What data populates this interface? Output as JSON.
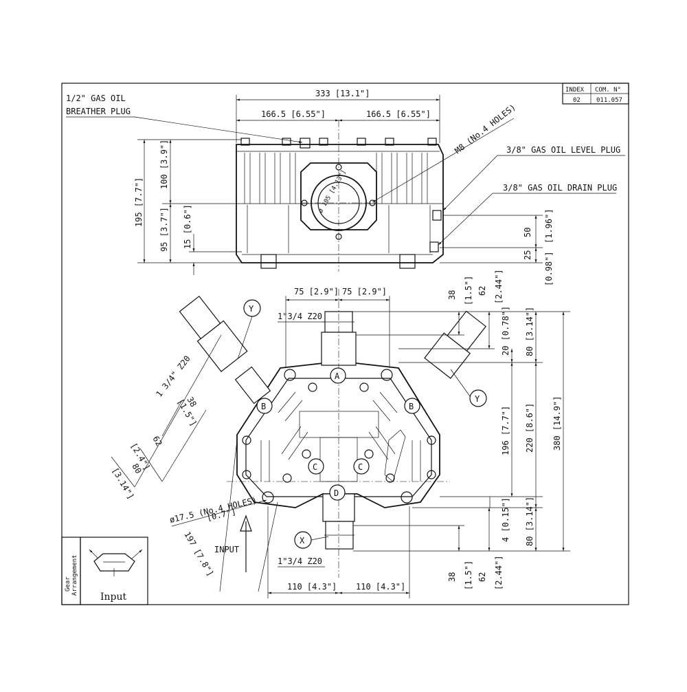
{
  "title_block": {
    "index_label": "INDEX",
    "index_value": "02",
    "com_label": "COM. N°",
    "com_value": "011.057"
  },
  "callouts": {
    "breather_line1": "1/2\" GAS OIL",
    "breather_line2": "BREATHER PLUG",
    "m8_holes": "M8 (No.4 HOLES)",
    "level_plug": "3/8\" GAS OIL LEVEL PLUG",
    "drain_plug": "3/8\" GAS OIL DRAIN PLUG",
    "bore_dia": "ø 105 [4.13\"]",
    "mount_holes_line1": "ø17.5 (No.4 HOLES)",
    "mount_holes_line2": "[0.7\"]",
    "input_label": "INPUT",
    "shaft_top": "1\"3/4 Z20",
    "shaft_bottom": "1\"3/4 Z20",
    "shaft_left": "1 3/4\" Z20"
  },
  "top_view_dims": {
    "overall_width": "333 [13.1\"]",
    "half_left": "166.5 [6.55\"]",
    "half_right": "166.5 [6.55\"]",
    "height_195": "195 [7.7\"]",
    "height_100": "100 [3.9\"]",
    "height_95": "95 [3.7\"]",
    "height_15": "15 [0.6\"]",
    "right_50": "50",
    "right_50_in": "[1.96\"]",
    "right_25": "25",
    "right_25_in": "[0.98\"]"
  },
  "front_view_dims": {
    "top_75_left": "75 [2.9\"]",
    "top_75_right": "75 [2.9\"]",
    "r38": "38",
    "r38_in": "[1.5\"]",
    "r62": "62",
    "r62_in": "[2.44\"]",
    "r20": "20 [0.78\"]",
    "r80_top": "80 [3.14\"]",
    "r196": "196 [7.7\"]",
    "r220": "220 [8.6\"]",
    "r380": "380 [14.9\"]",
    "r4": "4 [0.15\"]",
    "r80_bottom": "80 [3.14\"]",
    "b38": "38",
    "b38_in": "[1.5\"]",
    "b62": "62",
    "b62_in": "[2.44\"]",
    "bottom_110_left": "110 [4.3\"]",
    "bottom_110_right": "110 [4.3\"]",
    "l38": "38",
    "l38_in": "[1.5\"]",
    "l62": "62",
    "l62_in": "[2.4\"]",
    "l80": "80",
    "l80_in": "[3.14\"]",
    "l197": "197 [7.8\"]"
  },
  "shaft_markers": {
    "a": "A",
    "b_left": "B",
    "b_right": "B",
    "c_left": "C",
    "c_right": "C",
    "d": "D",
    "x": "X",
    "y_left": "Y",
    "y_right": "Y"
  },
  "gear_panel": {
    "side_label_line1": "Gear",
    "side_label_line2": "Arrangement",
    "input_caption": "Input"
  }
}
